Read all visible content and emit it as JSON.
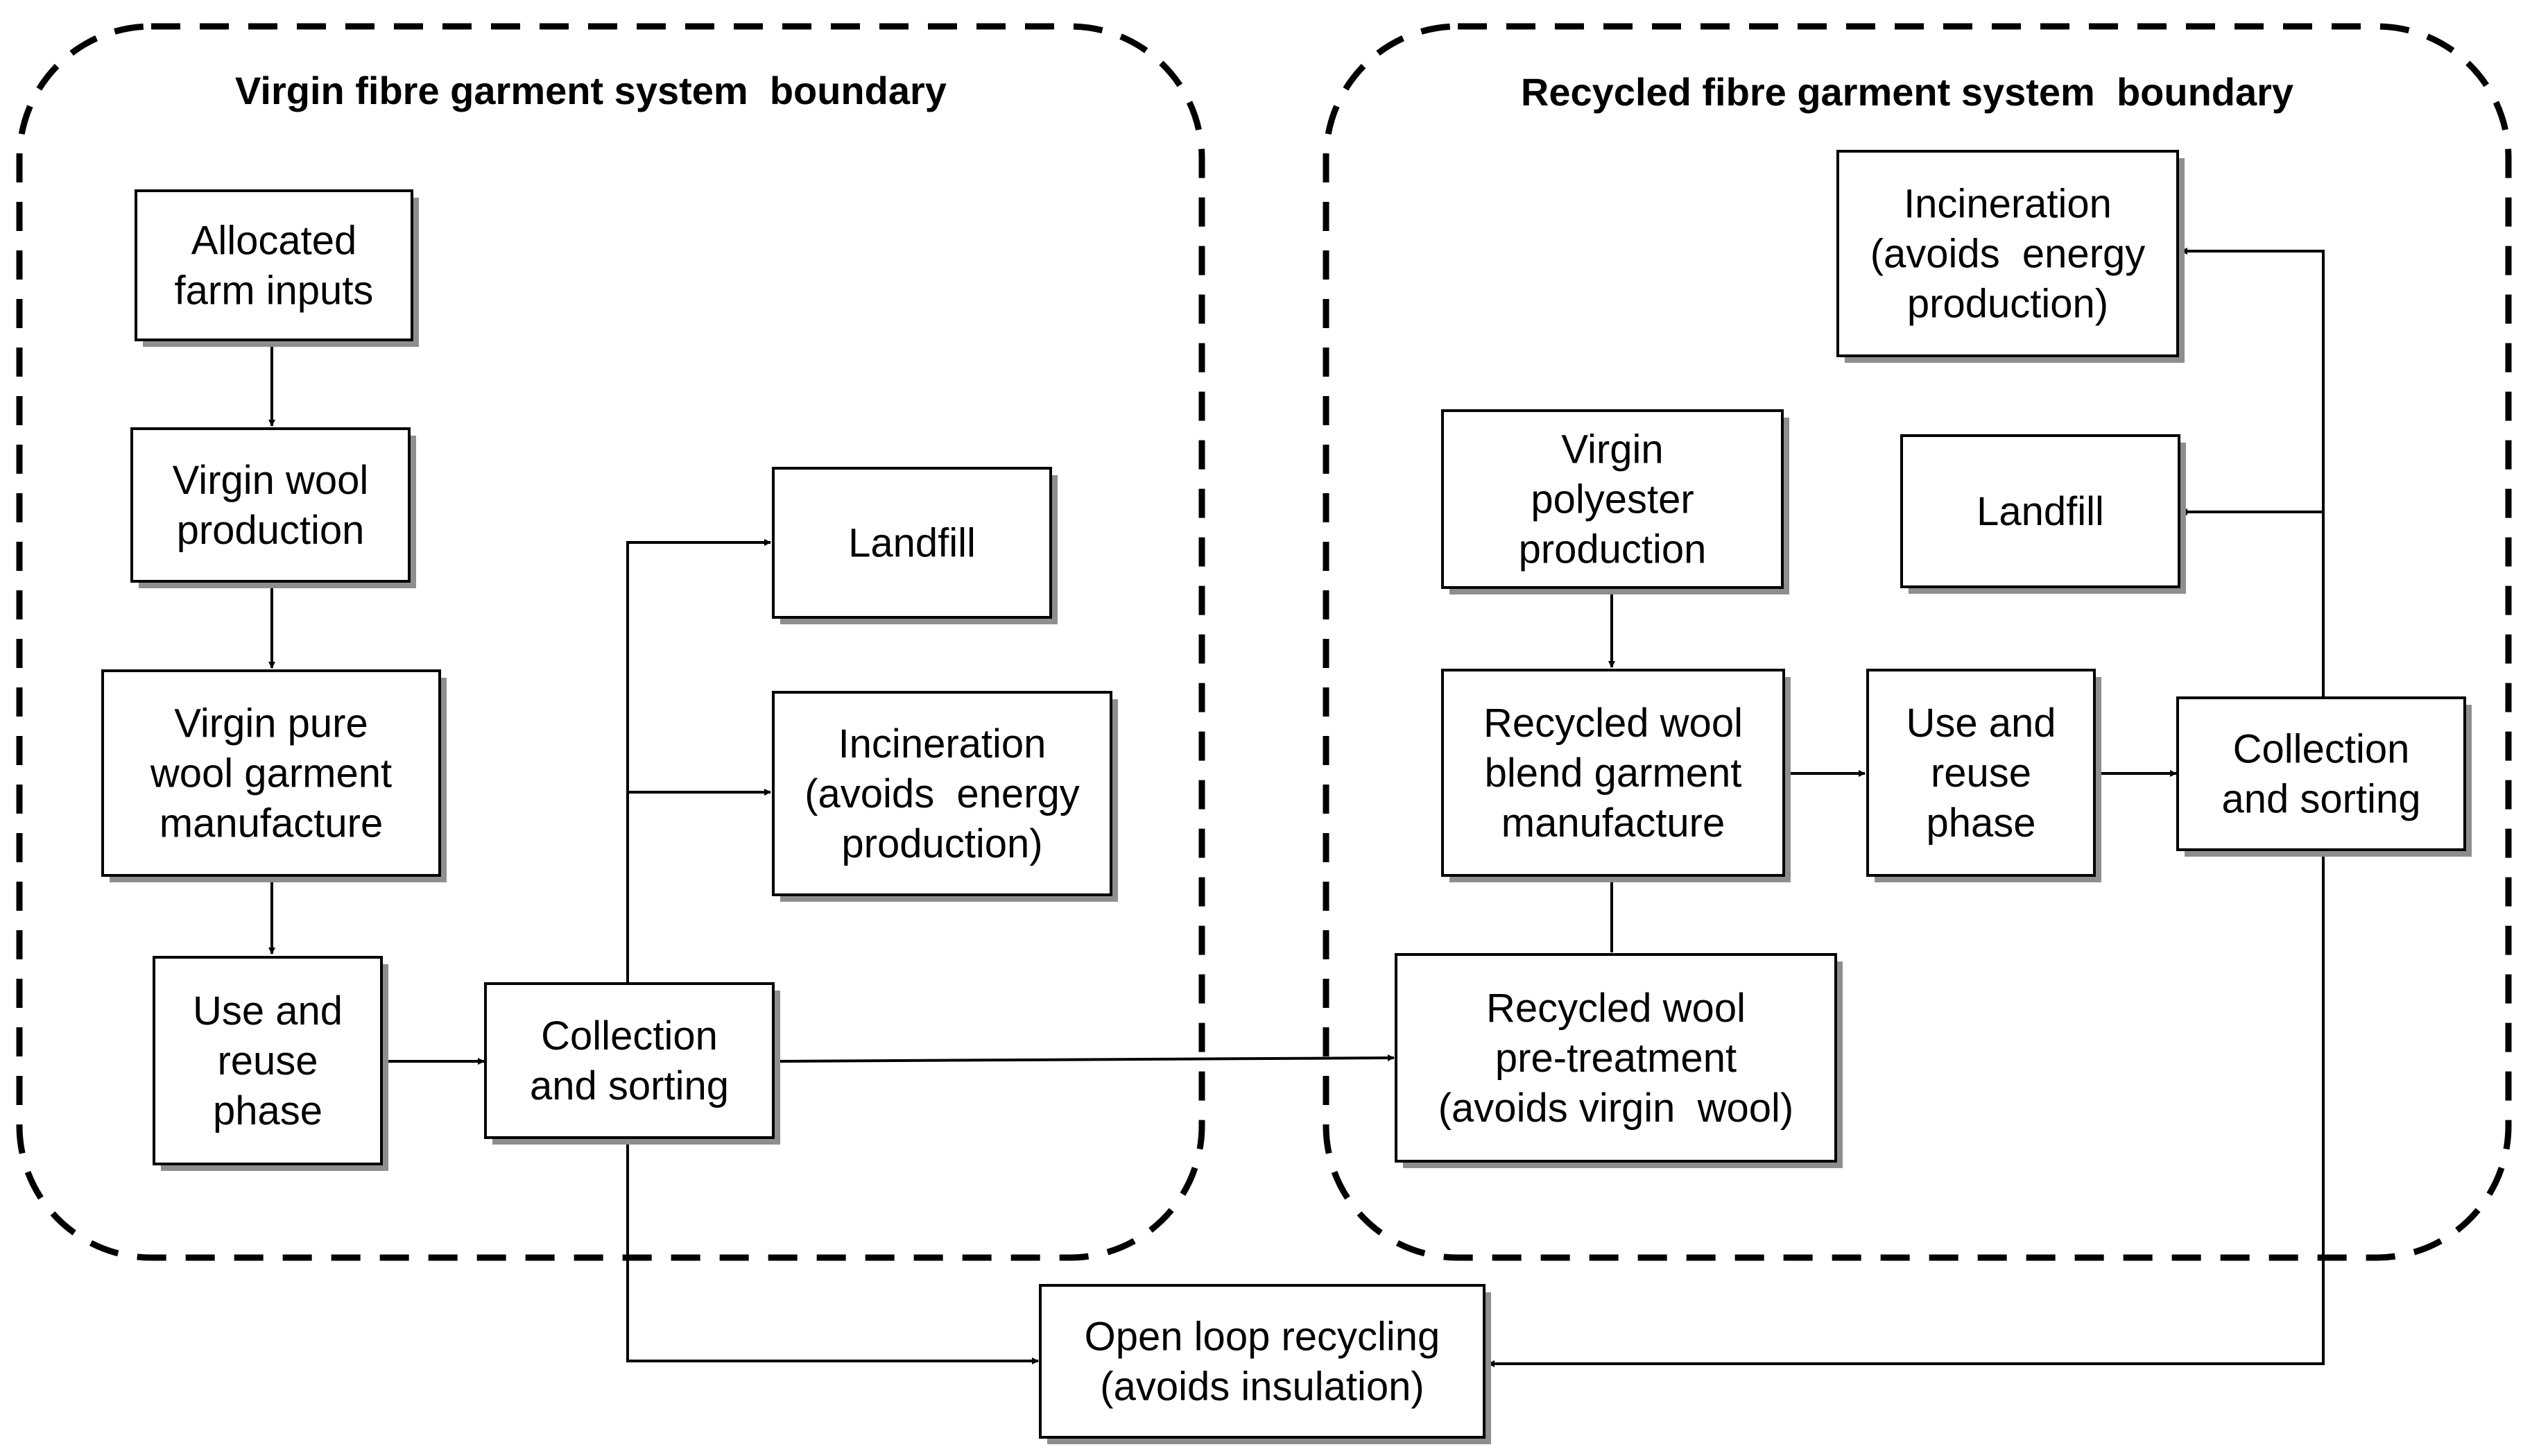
{
  "boundaries": {
    "virgin": "Virgin fibre garment system  boundary",
    "recycled": "Recycled fibre garment system  boundary"
  },
  "nodes": {
    "allocated_farm_inputs": [
      "Allocated",
      "farm inputs"
    ],
    "virgin_wool_production": [
      "Virgin wool",
      "production"
    ],
    "virgin_pure_wool_garment": [
      "Virgin pure",
      "wool garment",
      "manufacture"
    ],
    "use_reuse_virgin": [
      "Use and",
      "reuse",
      "phase"
    ],
    "collection_virgin": [
      "Collection",
      "and sorting"
    ],
    "landfill_virgin": [
      "Landfill"
    ],
    "incineration_virgin": [
      "Incineration",
      "(avoids  energy",
      "production)"
    ],
    "virgin_polyester": [
      "Virgin",
      "polyester",
      "production"
    ],
    "recycled_blend_garment": [
      "Recycled wool",
      "blend garment",
      "manufacture"
    ],
    "use_reuse_recycled": [
      "Use and",
      "reuse",
      "phase"
    ],
    "collection_recycled": [
      "Collection",
      "and sorting"
    ],
    "recycled_pretreatment": [
      "Recycled wool",
      "pre-treatment",
      "(avoids virgin  wool)"
    ],
    "incineration_recycled": [
      "Incineration",
      "(avoids  energy",
      "production)"
    ],
    "landfill_recycled": [
      "Landfill"
    ],
    "open_loop": [
      "Open loop recycling",
      "(avoids insulation)"
    ]
  }
}
